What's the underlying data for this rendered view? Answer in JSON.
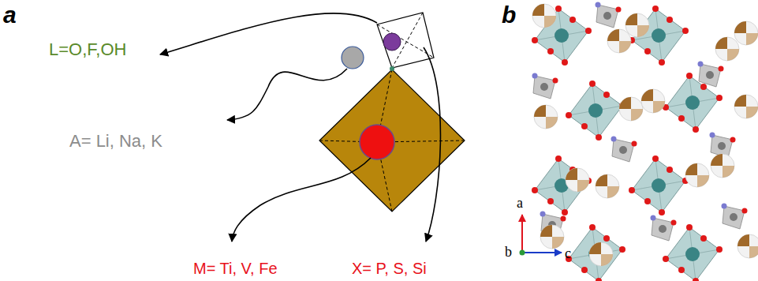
{
  "diagram": {
    "labels": [
      "a",
      "b",
      "L=O,F,OH",
      "A= Li, Na, K",
      "M= Ti, V, Fe",
      "X= P, S, Si",
      "a",
      "b",
      "c"
    ]
  }
}
